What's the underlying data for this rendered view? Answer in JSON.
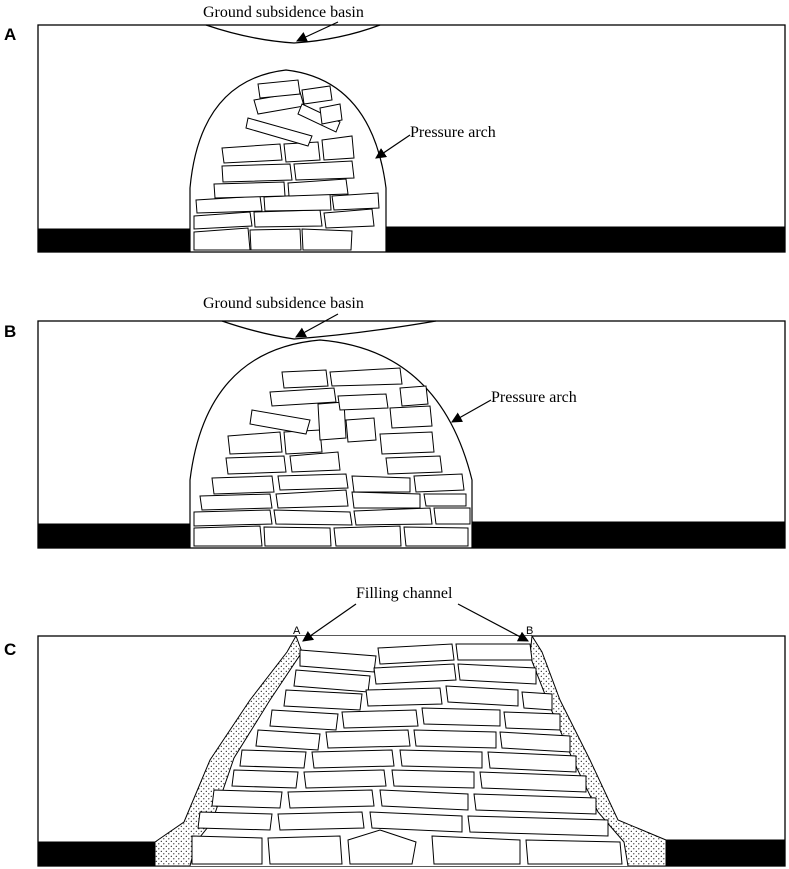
{
  "panels": [
    {
      "letter": "A",
      "callouts": [
        "Ground subsidence basin",
        "Pressure arch"
      ]
    },
    {
      "letter": "B",
      "callouts": [
        "Ground subsidence basin",
        "Pressure arch"
      ]
    },
    {
      "letter": "C",
      "callouts": [
        "Filling channel"
      ],
      "points": [
        "A",
        "B"
      ]
    }
  ]
}
